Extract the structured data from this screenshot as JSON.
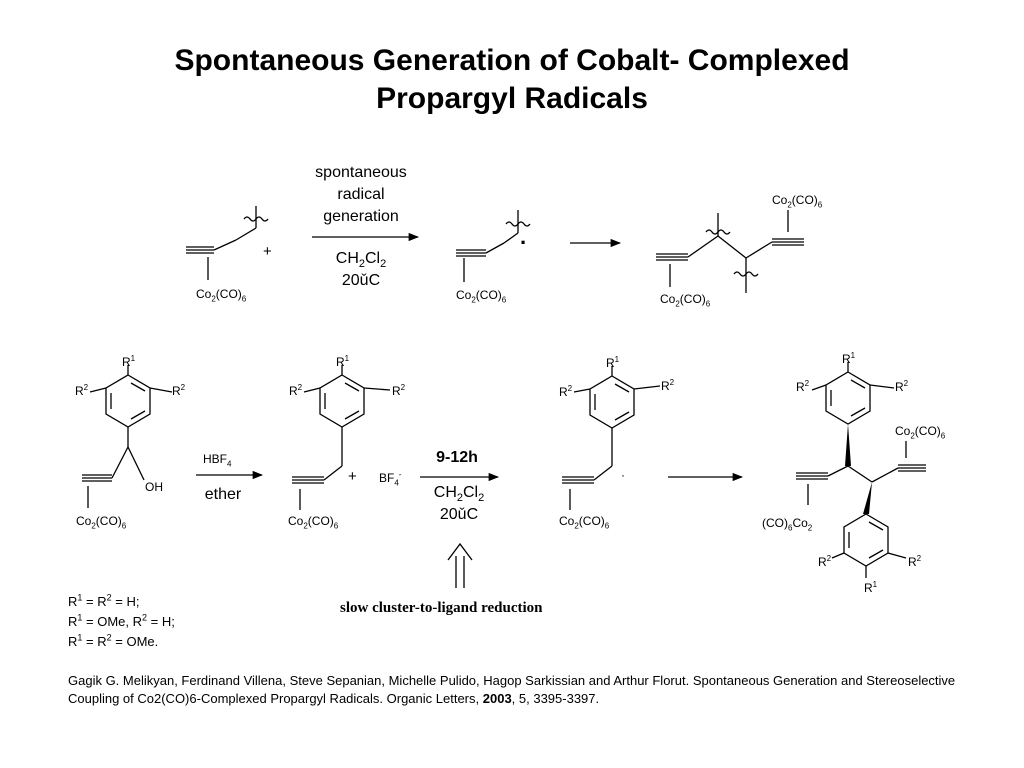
{
  "slide": {
    "title_line1": "Spontaneous Generation of Cobalt- Complexed",
    "title_line2": "Propargyl Radicals"
  },
  "scheme1": {
    "cond_line1": "spontaneous",
    "cond_line2": "radical",
    "cond_line3": "generation",
    "solvent_base": "CH",
    "solvent_sub1": "2",
    "solvent_mid": "Cl",
    "solvent_sub2": "2",
    "temp": "20ǔC",
    "plus": "+",
    "radical_dot": "·"
  },
  "labels": {
    "co_base": "Co",
    "co_sub": "2",
    "co_paren": "(CO)",
    "co_sub6": "6",
    "co_rev_paren": "(CO)",
    "co_rev_sub6": "6",
    "co_rev_base": "Co",
    "co_rev_sub2": "2",
    "r_letter": "R",
    "r1_sup": "1",
    "r2_sup": "2",
    "oh": "OH",
    "bf4_base": "BF",
    "bf4_sub": "4",
    "bf4_sup": "-",
    "dot": "·"
  },
  "scheme2": {
    "reagent_base": "HBF",
    "reagent_sub": "4",
    "solvent1": "ether",
    "time": "9-12h",
    "solvent_base": "CH",
    "solvent_sub1": "2",
    "solvent_mid": "Cl",
    "solvent_sub2": "2",
    "temp": "20ǔC",
    "plus": "+"
  },
  "note": {
    "text": "slow cluster-to-ligand reduction"
  },
  "r_definitions": [
    {
      "p1": "R",
      "s1": "1",
      "p2": " = R",
      "s2": "2",
      "p3": " = H;"
    },
    {
      "p1": "R",
      "s1": "1",
      "p2": " = OMe, R",
      "s2": "2",
      "p3": " = H;"
    },
    {
      "p1": "R",
      "s1": "1",
      "p2": " = R",
      "s2": "2",
      "p3": " = OMe."
    }
  ],
  "citation": {
    "text": "Gagik G. Melikyan, Ferdinand Villena, Steve Sepanian, Michelle Pulido, Hagop Sarkissian and Arthur Florut. Spontaneous Generation and Stereoselective Coupling of Co2(CO)6-Complexed Propargyl Radicals. Organic Letters, ",
    "year": "2003",
    "rest": ", 5, 3395-3397."
  }
}
